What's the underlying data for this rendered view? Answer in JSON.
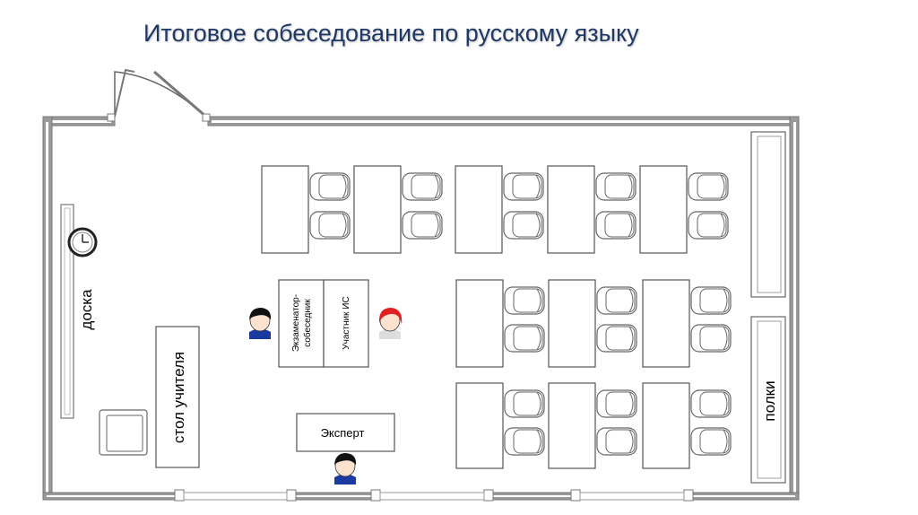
{
  "title": "Итоговое собеседование по русскому языку",
  "labels": {
    "board": "доска",
    "teacher_desk": "стол учителя",
    "examiner_line1": "Экзаменатор-",
    "examiner_line2": "собеседник",
    "participant": "Участник ИС",
    "expert": "Эксперт",
    "shelves": "полки"
  },
  "colors": {
    "title": "#1f3864",
    "wall": "#8c8c8c",
    "participant_hair": "#e02020",
    "person_hair": "#111111",
    "person_shirt": "#1a3aa0"
  },
  "icons": [
    "clock-icon",
    "door-icon",
    "chair-icon",
    "person-icon"
  ]
}
